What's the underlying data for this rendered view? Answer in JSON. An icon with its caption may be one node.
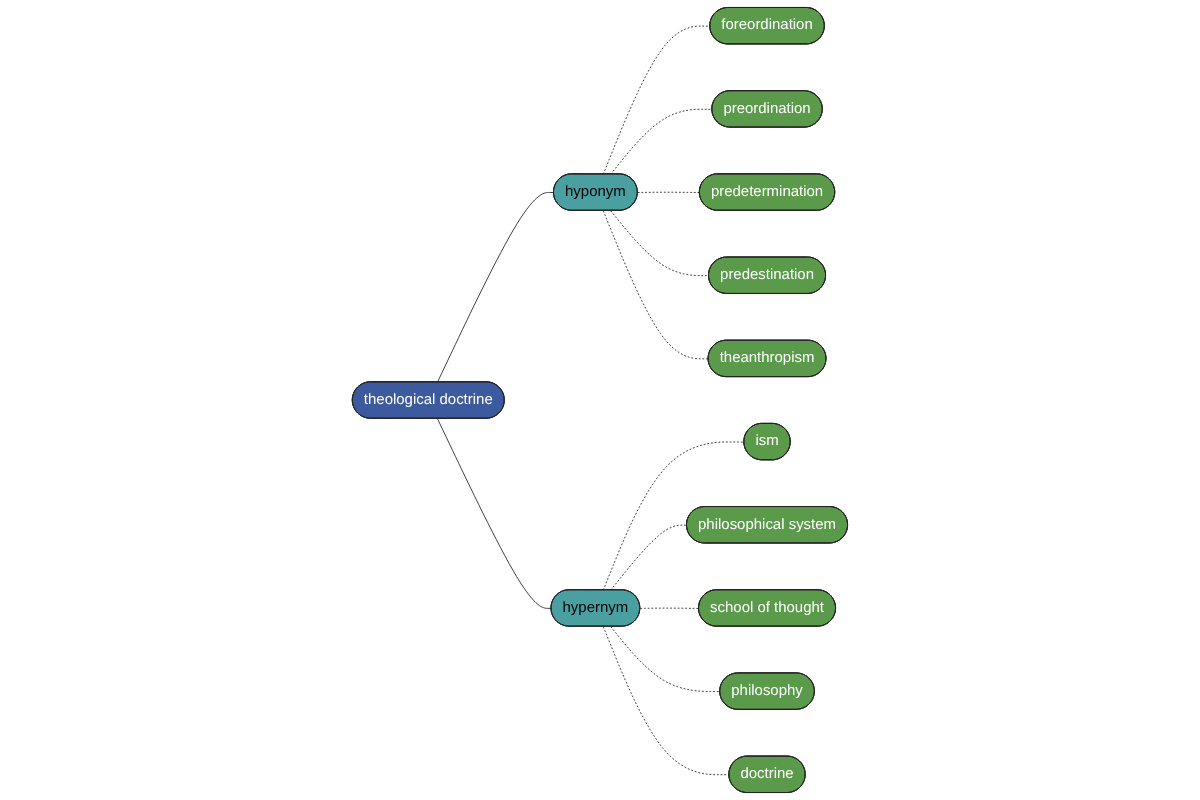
{
  "diagram": {
    "nodes": [
      {
        "text": [
          "foreordination"
        ]
      },
      {
        "text": [
          "preordination"
        ]
      },
      {
        "text": [
          "hyponym"
        ]
      },
      {
        "text": [
          "predetermination"
        ]
      },
      {
        "text": [
          "theological doctrine"
        ]
      },
      {
        "text": [
          "predestination"
        ]
      },
      {
        "text": [
          "theanthropism"
        ]
      },
      {
        "text": [
          "ism"
        ]
      },
      {
        "text": [
          "hypernym"
        ]
      },
      {
        "text": [
          "philosophical system"
        ]
      },
      {
        "text": [
          "school of thought"
        ]
      },
      {
        "text": [
          "philosophy"
        ]
      },
      {
        "text": [
          "doctrine"
        ]
      }
    ],
    "edges": [
      {
        "from": 4,
        "to": 2,
        "arrow": "none"
      },
      {
        "from": 4,
        "to": 8,
        "arrow": "none"
      },
      {
        "from": 2,
        "to": 0,
        "arrow": "none",
        "style": "dashed"
      },
      {
        "from": 2,
        "to": 1,
        "arrow": "none",
        "style": "dashed"
      },
      {
        "from": 2,
        "to": 3,
        "arrow": "none",
        "style": "dashed"
      },
      {
        "from": 2,
        "to": 5,
        "arrow": "none",
        "style": "dashed"
      },
      {
        "from": 2,
        "to": 6,
        "arrow": "none",
        "style": "dashed"
      },
      {
        "from": 8,
        "to": 7,
        "arrow": "none",
        "style": "dashed"
      },
      {
        "from": 8,
        "to": 9,
        "arrow": "none",
        "style": "dashed"
      },
      {
        "from": 8,
        "to": 10,
        "arrow": "none",
        "style": "dashed"
      },
      {
        "from": 8,
        "to": 11,
        "arrow": "none",
        "style": "dashed"
      },
      {
        "from": 8,
        "to": 12,
        "arrow": "none",
        "style": "dashed"
      }
    ]
  }
}
